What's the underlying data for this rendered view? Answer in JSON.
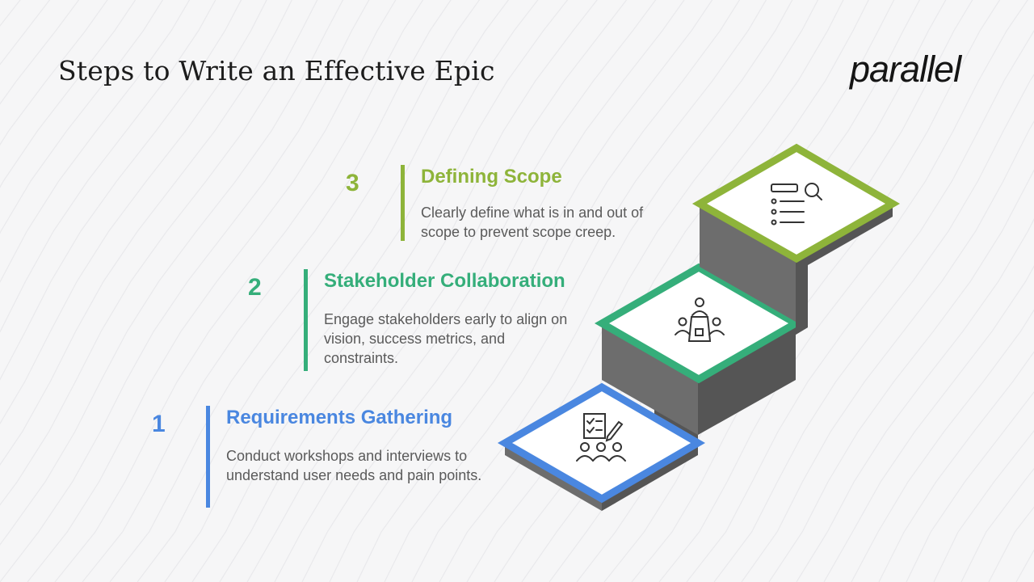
{
  "header": {
    "title": "Steps to Write an Effective Epic",
    "logo_text": "parallel"
  },
  "steps": [
    {
      "number": "1",
      "title": "Requirements Gathering",
      "description": "Conduct workshops and interviews to understand user needs and pain points.",
      "color": "#4a87e0",
      "icon": "workshop-icon"
    },
    {
      "number": "2",
      "title": "Stakeholder Collaboration",
      "description": "Engage stakeholders early to align on vision, success metrics, and constraints.",
      "color": "#35ae7a",
      "icon": "meeting-table-icon"
    },
    {
      "number": "3",
      "title": "Defining Scope",
      "description": "Clearly define what is in and out of scope to prevent scope creep.",
      "color": "#8eb43a",
      "icon": "list-search-icon"
    }
  ],
  "colors": {
    "background": "#f6f6f7",
    "stair_side": "#6d6d6d",
    "stair_side_dark": "#555555",
    "text": "#5a5a5a"
  }
}
